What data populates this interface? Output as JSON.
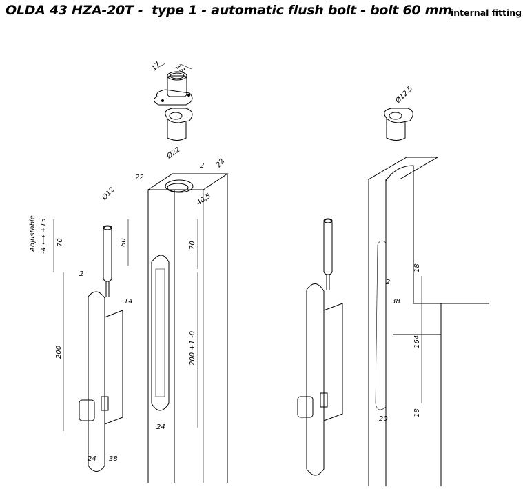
{
  "header": {
    "title": "OLDA 43 HZA-20T -  type 1 - automatic flush bolt - bolt 60 mm",
    "fitting_emphasis": "internal",
    "fitting_rest": " fitting"
  },
  "left_drawing": {
    "strike_plate_dims": [
      "17",
      "13"
    ],
    "cutout_dims": [
      "Ø22",
      "2",
      "22",
      "22",
      "40,5"
    ],
    "bolt_dims": {
      "diameter": "Ø12",
      "adjustable": "Adjustable",
      "adjust_range": "-4 ⟷ +15",
      "travel": "70",
      "bolt_length": "60",
      "offset": "2",
      "depth": "14",
      "body_length": "200",
      "width_face": "24",
      "width_total": "38"
    },
    "door_dims": {
      "top": "70",
      "slot_length": "200 +1 -0",
      "slot_width": "24"
    }
  },
  "right_drawing": {
    "strike_diameter": "Ø12,5",
    "recess_dims": [
      "18",
      "2",
      "38",
      "164",
      "18",
      "20"
    ]
  }
}
